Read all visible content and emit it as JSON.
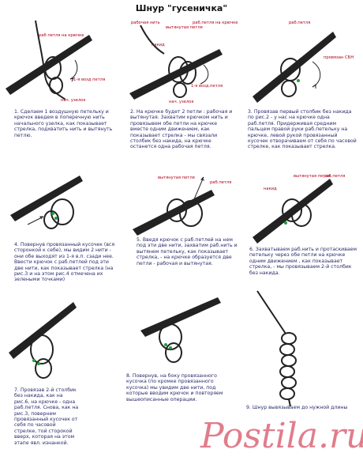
{
  "title": "Шнур \"гусеничка\"",
  "steps": [
    {
      "caption": "1. Сделаем 1 воздушную петельку и крючок введем в поперечную нить начального узелка, как показывает стрелка, подхватить нить и вытянуть петлю.",
      "labels": [
        "раб петля на крючке",
        "1-я возд петля",
        "нач. узелок"
      ]
    },
    {
      "caption": "2. На крючке будет 2 петли : рабочая и вытянутая. Захватим крючком нить и провязывем обе петли на крючке вместе одним движением, как показывает стрелка - мы связали столбик без накида, на крючке останется одна рабочая петля.",
      "labels": [
        "рабочая нить",
        "вытянутая петля",
        "раб.петля на крючке",
        "накид",
        "1-я возд.петля",
        "нач. узелок"
      ]
    },
    {
      "caption": "3. Провязав первый столбик без накида по рис.2 - у нас на крючке одна раб.петля. Придерживая средним пальцем правой руки раб.петельку на крючке, левой рукой провязанный кусочек отворачиваем от себя по часовой стрелке, как показывает стрелка.",
      "labels": [
        "раб.петля",
        "провязан СБН"
      ]
    },
    {
      "caption": "4. Повернув провязанный кусочек (вся сторонкой к себе), мы видим 2 нити - они обе выходят из 1-я в.п. сзади нее. Ввести крючок с раб.петлей под эти две нити, как показывает стрелка (на рис.3 и на этом рис.4 отмечена их зелеными точками)",
      "labels": []
    },
    {
      "caption": "5. Введя крючок с раб.петлей на нем под эти две нити, захватим раб.нить и вытянем петельку, как показывает стрелка, - на крючке образуется две петли - рабочая и вытянутая.",
      "labels": [
        "вытянутая петля",
        "раб.петля"
      ]
    },
    {
      "caption": "6. Захватываем раб.нить и протаскиваем петельку через обе петли на крючке одним движением , как показывает стрелка, - мы провязываем 2-й столбик без накида.",
      "labels": [
        "вытянутая петля",
        "раб.петля",
        "накид"
      ]
    },
    {
      "caption": "7. Провязав 2-й столбик без накида, как на рис.6, на крючке - одна раб.петля. Снова, как на рис.3, повернем провязанный кусочек от себя по часовой стрелке, той сторокой вверх, которая на этом этапе явл. изнанкой.",
      "labels": []
    },
    {
      "caption": "8. Повернув, на боку провязанного кусочка (по кромке провязанного кусочка) мы увидим две нити, под которые вводим крючок и повторяем вышеописанные операции.",
      "labels": []
    },
    {
      "caption": "9. Шнур вывязываем до нужной длины",
      "labels": []
    }
  ],
  "watermark": "Postila.ru",
  "colors": {
    "caption": "#2b2b6b",
    "label": "#b00018",
    "marker": "#1e9e3a",
    "hook": "#222222",
    "watermark": "#c8102e"
  }
}
